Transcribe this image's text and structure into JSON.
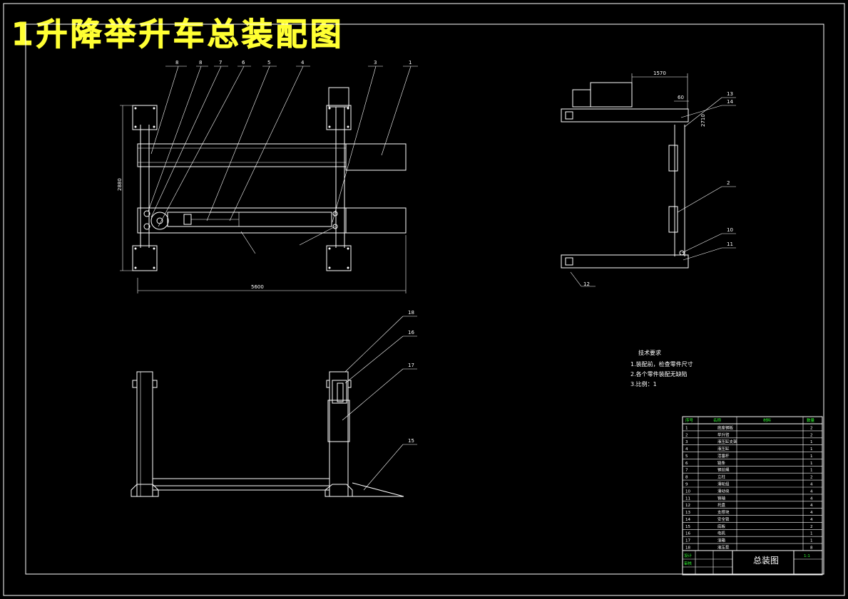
{
  "title": "1升降举升车总装配图",
  "part_callouts": {
    "top_view": [
      "8",
      "8",
      "7",
      "6",
      "5",
      "4",
      "3",
      "1"
    ],
    "side_view": [
      "13",
      "14",
      "2",
      "10",
      "11",
      "12"
    ],
    "front_view": [
      "18",
      "16",
      "17",
      "15"
    ]
  },
  "dimensions": {
    "top_height": "2880",
    "top_width": "5600",
    "side_top": "1570",
    "side_small": "60",
    "side_vertical": "2710"
  },
  "tech_requirements": {
    "title": "技术要求",
    "items": [
      "1.装配前，检查零件尺寸",
      "2.各个零件装配无缺陷",
      "3.比例：1"
    ]
  },
  "bom": {
    "headers": [
      "序号",
      "名称",
      "材料",
      "数量"
    ],
    "rows": [
      [
        "1",
        "底座钢板",
        "",
        "2"
      ],
      [
        "2",
        "举升臂",
        "",
        "2"
      ],
      [
        "3",
        "液压缸支架",
        "",
        "1"
      ],
      [
        "4",
        "液压缸",
        "",
        "1"
      ],
      [
        "5",
        "活塞杆",
        "",
        "1"
      ],
      [
        "6",
        "链条",
        "",
        "1"
      ],
      [
        "7",
        "钢丝绳",
        "",
        "1"
      ],
      [
        "8",
        "立柱",
        "",
        "2"
      ],
      [
        "9",
        "滑轮组",
        "",
        "4"
      ],
      [
        "10",
        "滑动块",
        "",
        "4"
      ],
      [
        "11",
        "销轴",
        "",
        "4"
      ],
      [
        "12",
        "托盘",
        "",
        "4"
      ],
      [
        "13",
        "支撑块",
        "",
        "4"
      ],
      [
        "14",
        "安全锁",
        "",
        "4"
      ],
      [
        "15",
        "底板",
        "",
        "2"
      ],
      [
        "16",
        "电机",
        "",
        "1"
      ],
      [
        "17",
        "油箱",
        "",
        "1"
      ],
      [
        "18",
        "液压泵",
        "",
        "8"
      ]
    ],
    "sign_labels": [
      "设计",
      "审核"
    ],
    "drawing_name": "总装图",
    "scale": "1:1"
  }
}
